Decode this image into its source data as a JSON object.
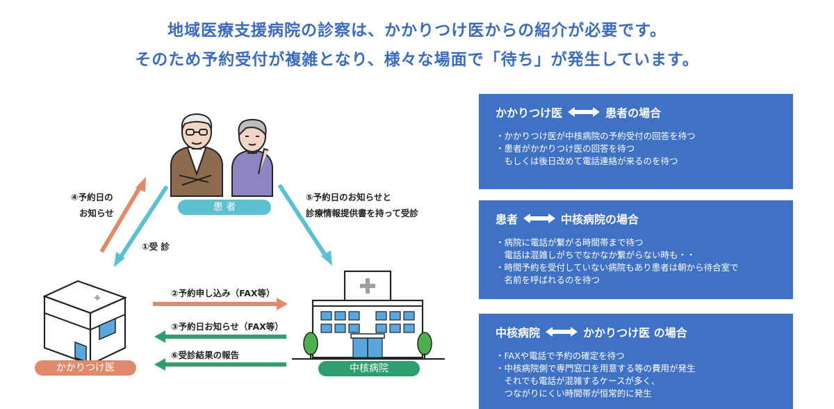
{
  "headline": {
    "line1": "地域医療支援病院の診察は、かかりつけ医からの紹介が必要です。",
    "line2": "そのため予約受付が複雑となり、様々な場面で「待ち」が発生しています。"
  },
  "diagram": {
    "patient_label": "患 者",
    "clinic_label": "かかりつけ医",
    "hospital_label": "中核病院",
    "arrow_labels": {
      "step4_line1": "④予約日の",
      "step4_line2": "お知らせ",
      "step1": "①受 診",
      "step5_line1": "⑤予約日のお知らせと",
      "step5_line2": "診療情報提供書を持って受診",
      "step2": "②予約申し込み（FAX等）",
      "step3": "③予約日お知らせ（FAX等）",
      "step6": "⑥受診結果の報告"
    },
    "colors": {
      "teal": "#5bc0cf",
      "salmon": "#e08a6c",
      "green": "#2e9e6e",
      "panel": "#3f72c4",
      "headline": "#3a6bbf"
    }
  },
  "panels": [
    {
      "title_left": "かかりつけ医",
      "title_right": "患者の場合",
      "lines": [
        "・かかりつけ医が中核病院の予約受付の回答を待つ",
        "・患者がかかりつけ医の回答を待つ",
        "　もしくは後日改めて電話連絡が来るのを待つ"
      ]
    },
    {
      "title_left": "患者",
      "title_right": "中核病院の場合",
      "lines": [
        "・病院に電話が繋がる時間帯まで待つ",
        "　電話は混雑しがちでなかなか繋がらない時も・・",
        "・時間予約を受付していない病院もあり患者は朝から待合室で",
        "　名前を呼ばれるのを待つ"
      ]
    },
    {
      "title_left": "中核病院",
      "title_right": "かかりつけ医 の場合",
      "lines": [
        "・FAXや電話で予約の確定を待つ",
        "・中核病院側で専門窓口を用意する等の費用が発生",
        "　それでも電話が混雑するケースが多く、",
        "　つながりにくい時間帯が恒常的に発生"
      ]
    }
  ]
}
